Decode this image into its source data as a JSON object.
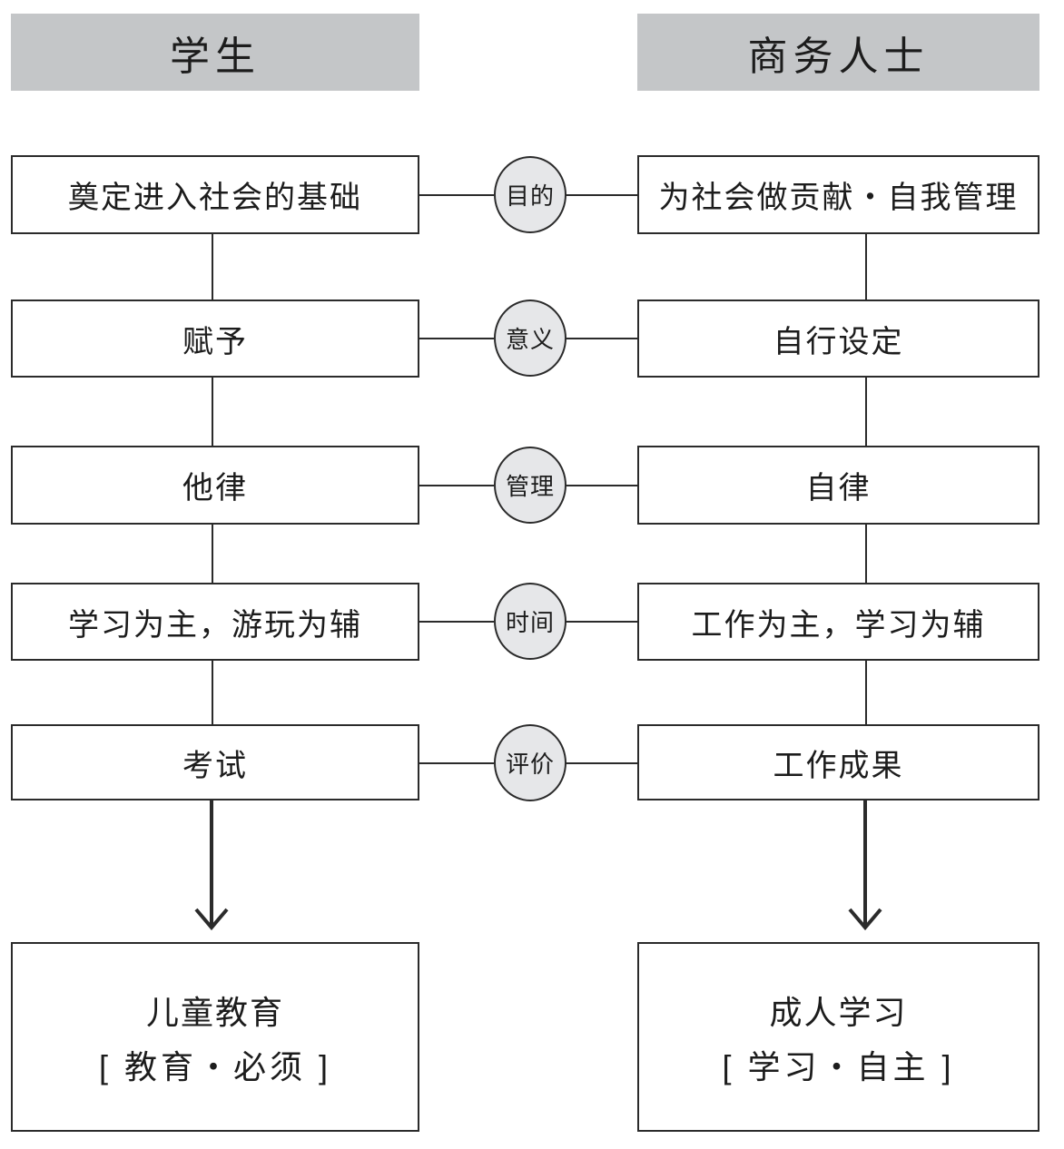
{
  "diagram": {
    "title_columns": {
      "left": "学生",
      "right": "商务人士"
    },
    "header_fill": "#c4c6c8",
    "connector_fill": "#e6e7e9",
    "stroke_color": "#2b2b2b",
    "rows": [
      {
        "connector": "目的",
        "left": "奠定进入社会的基础",
        "right": "为社会做贡献・自我管理"
      },
      {
        "connector": "意义",
        "left": "赋予",
        "right": "自行设定"
      },
      {
        "connector": "管理",
        "left": "他律",
        "right": "自律"
      },
      {
        "connector": "时间",
        "left": "学习为主，游玩为辅",
        "right": "工作为主，学习为辅"
      },
      {
        "connector": "评价",
        "left": "考试",
        "right": "工作成果"
      }
    ],
    "outcomes": {
      "left": {
        "line1": "儿童教育",
        "line2": "[ 教育・必须 ]"
      },
      "right": {
        "line1": "成人学习",
        "line2": "[ 学习・自主 ]"
      }
    }
  }
}
